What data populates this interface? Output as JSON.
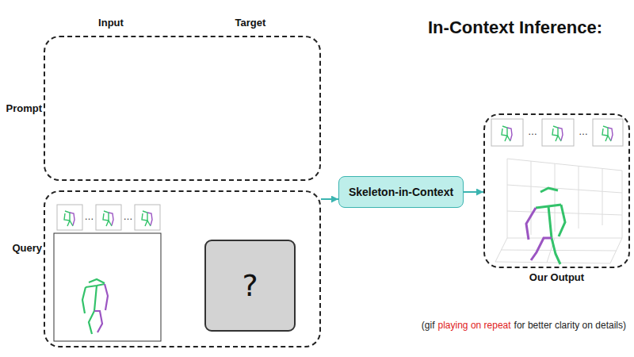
{
  "diagram": {
    "title": "In-Context Inference:",
    "nodes": [
      {
        "text": [
          "Prompt"
        ]
      },
      {
        "text": [
          "Query"
        ]
      },
      {
        "text": [
          "?"
        ],
        "in": 1
      },
      {
        "text": [
          "Skeleton-in-Context"
        ]
      },
      {
        "text": [
          "Our Output"
        ]
      }
    ],
    "edges": [
      {
        "from": 1,
        "to": 3,
        "arrow": "to"
      },
      {
        "from": 3,
        "to": 4,
        "arrow": "to"
      }
    ],
    "labels": [
      "Input",
      "Target",
      "…",
      "…",
      "…",
      "…",
      "(gif",
      "playing on repeat",
      "for better clarity on details)"
    ]
  }
}
